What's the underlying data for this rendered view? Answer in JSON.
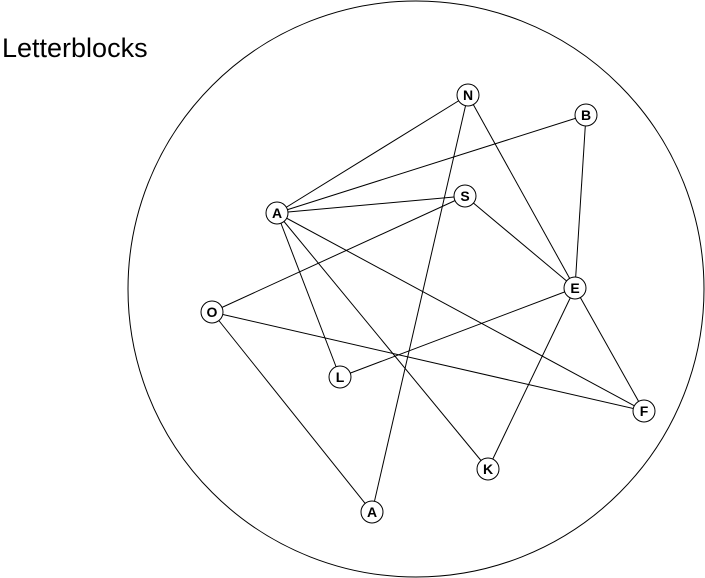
{
  "title": "Letterblocks",
  "colors": {
    "background": "#ffffff",
    "stroke": "#000000",
    "node_fill": "#ffffff"
  },
  "nodes": [
    {
      "id": "n-N",
      "letter": "N"
    },
    {
      "id": "n-B",
      "letter": "B"
    },
    {
      "id": "n-A1",
      "letter": "A"
    },
    {
      "id": "n-S",
      "letter": "S"
    },
    {
      "id": "n-E",
      "letter": "E"
    },
    {
      "id": "n-O",
      "letter": "O"
    },
    {
      "id": "n-L",
      "letter": "L"
    },
    {
      "id": "n-F",
      "letter": "F"
    },
    {
      "id": "n-K",
      "letter": "K"
    },
    {
      "id": "n-A2",
      "letter": "A"
    }
  ],
  "edges": [
    [
      "n-A1",
      "n-N"
    ],
    [
      "n-A1",
      "n-B"
    ],
    [
      "n-A1",
      "n-S"
    ],
    [
      "n-A1",
      "n-L"
    ],
    [
      "n-A1",
      "n-K"
    ],
    [
      "n-A1",
      "n-F"
    ],
    [
      "n-N",
      "n-E"
    ],
    [
      "n-N",
      "n-A2"
    ],
    [
      "n-B",
      "n-E"
    ],
    [
      "n-S",
      "n-O"
    ],
    [
      "n-S",
      "n-E"
    ],
    [
      "n-E",
      "n-L"
    ],
    [
      "n-E",
      "n-F"
    ],
    [
      "n-E",
      "n-K"
    ],
    [
      "n-O",
      "n-F"
    ],
    [
      "n-O",
      "n-A2"
    ]
  ]
}
